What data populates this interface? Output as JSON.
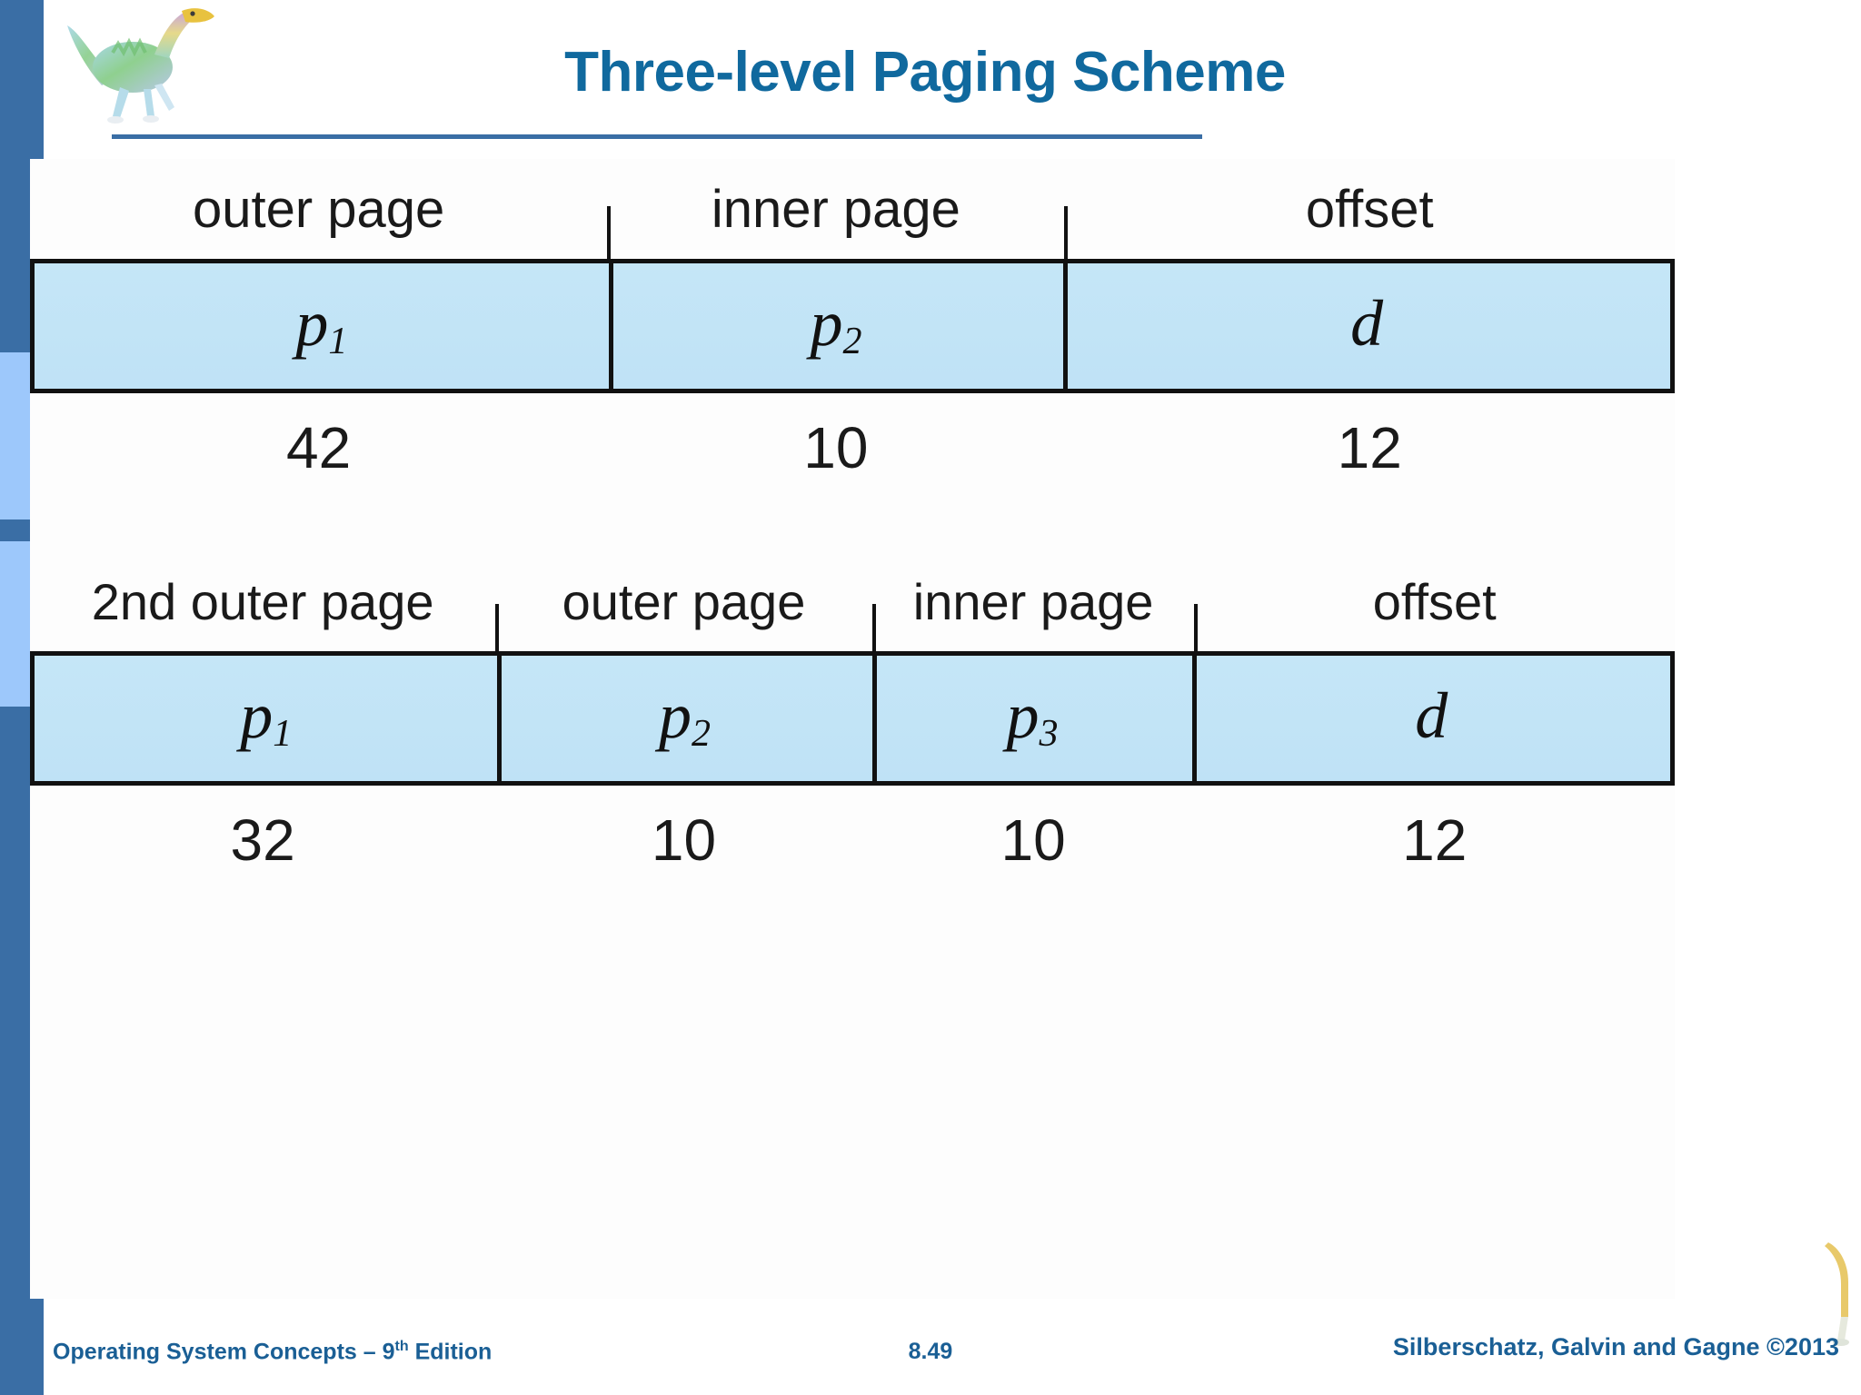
{
  "slide": {
    "title": "Three-level Paging Scheme",
    "logo_icon": "dinosaur-icon",
    "corner_icon": "dinosaur-icon"
  },
  "diagrams": [
    {
      "name": "two-level-address",
      "columns": [
        {
          "label": "outer page",
          "symbol": "p",
          "subscript": "1",
          "bits": "42",
          "width_pct": 35.1
        },
        {
          "label": "inner page",
          "symbol": "p",
          "subscript": "2",
          "bits": "10",
          "width_pct": 27.8
        },
        {
          "label": "offset",
          "symbol": "d",
          "subscript": "",
          "bits": "12",
          "width_pct": 37.1
        }
      ]
    },
    {
      "name": "three-level-address",
      "columns": [
        {
          "label": "2nd outer page",
          "symbol": "p",
          "subscript": "1",
          "bits": "32",
          "width_pct": 28.3
        },
        {
          "label": "outer page",
          "symbol": "p",
          "subscript": "2",
          "bits": "10",
          "width_pct": 22.9
        },
        {
          "label": "inner page",
          "symbol": "p",
          "subscript": "3",
          "bits": "10",
          "width_pct": 19.6
        },
        {
          "label": "offset",
          "symbol": "d",
          "subscript": "",
          "bits": "12",
          "width_pct": 29.2
        }
      ]
    }
  ],
  "footer": {
    "left_text": "Operating System Concepts – 9",
    "left_sup": "th",
    "left_text_tail": " Edition",
    "slide_number": "8.49",
    "right_text": "Silberschatz, Galvin and Gagne ©2013"
  },
  "colors": {
    "title_blue": "#10699e",
    "sidebar_dark": "#3a6ea5",
    "sidebar_light": "#9dc8fb",
    "bar_fill": "#c5e6f7",
    "footer_blue": "#1a5f95",
    "rule_blue": "#3a6ea5"
  }
}
